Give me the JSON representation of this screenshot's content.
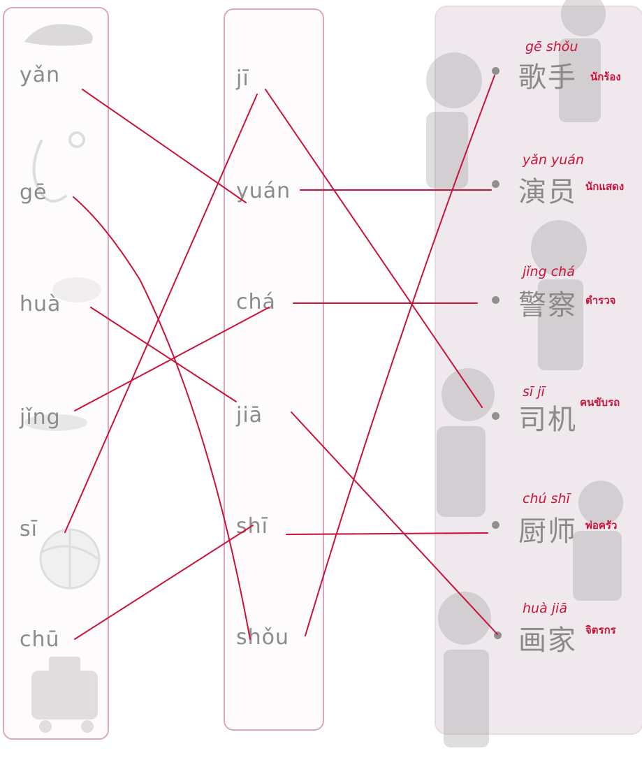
{
  "left_column": {
    "syllables": [
      "yǎn",
      "gē",
      "huà",
      "jǐng",
      "sī",
      "chū"
    ]
  },
  "middle_column": {
    "syllables": [
      "jī",
      "yuán",
      "chá",
      "jiā",
      "shī",
      "shǒu"
    ]
  },
  "right_column": {
    "items": [
      {
        "hanzi": "歌手",
        "pinyin_note": "gē  shǒu",
        "thai_note": "นักร้อง"
      },
      {
        "hanzi": "演员",
        "pinyin_note": "yǎn yuán",
        "thai_note": "นักแสดง"
      },
      {
        "hanzi": "警察",
        "pinyin_note": "jǐng chá",
        "thai_note": "ตำรวจ"
      },
      {
        "hanzi": "司机",
        "pinyin_note": "sī  jī",
        "thai_note": "คนขับรถ"
      },
      {
        "hanzi": "厨师",
        "pinyin_note": "chú shī",
        "thai_note": "พ่อครัว"
      },
      {
        "hanzi": "画家",
        "pinyin_note": "huà jiā",
        "thai_note": "จิตรกร"
      }
    ]
  },
  "colors": {
    "ink_red": "#cc1238",
    "panel_border": "#d9a7c4",
    "print_gray": "#8b8b8b"
  }
}
